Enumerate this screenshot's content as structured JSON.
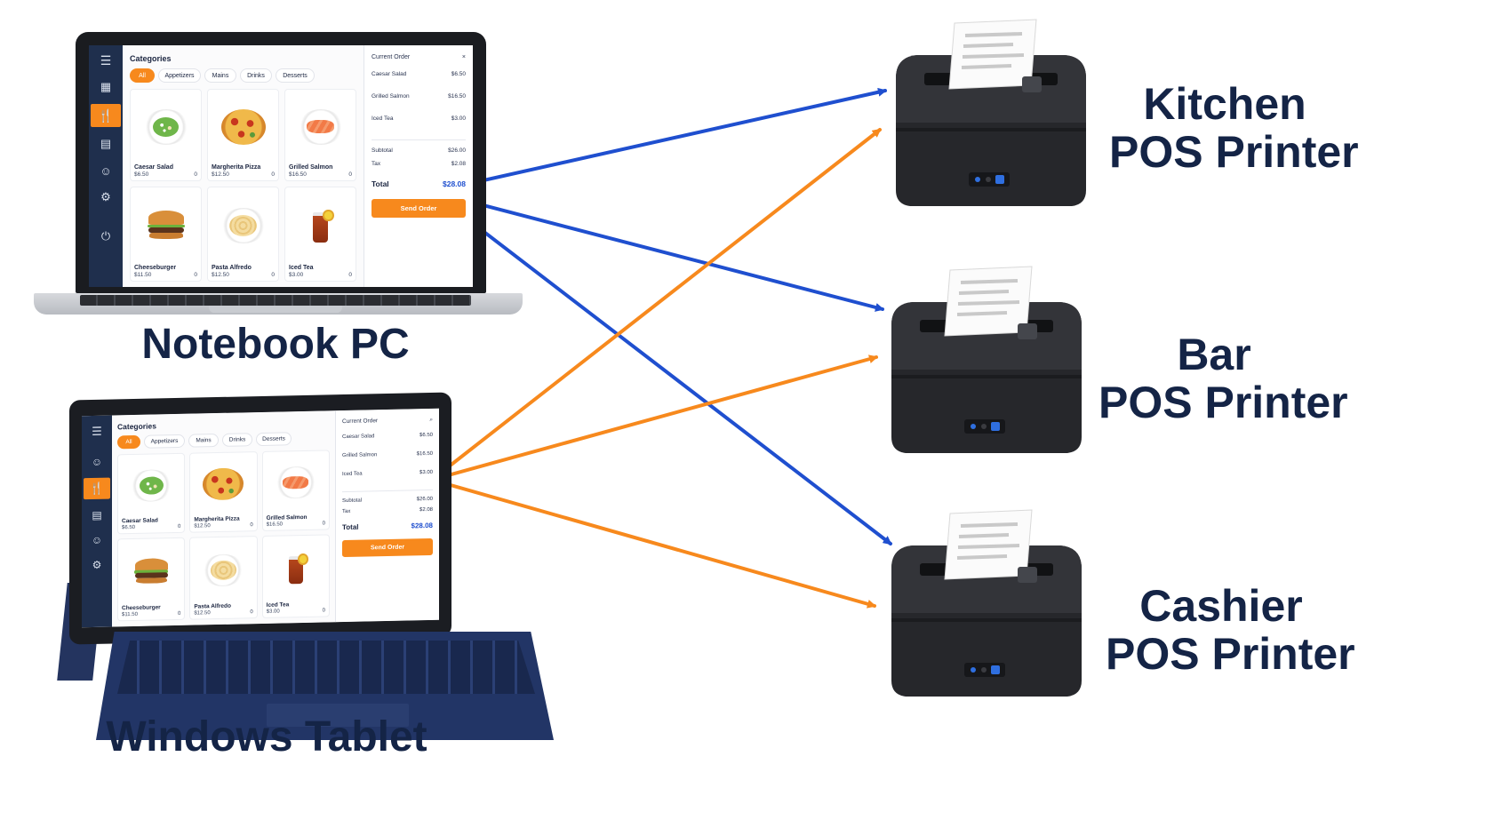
{
  "colors": {
    "pc_arrows": "#1f4fcf",
    "tablet_arrows": "#f7891d",
    "label_text": "#142446",
    "sidebar": "#1f2f4d",
    "accent": "#f7891d"
  },
  "sources": {
    "notebook": {
      "label": "Notebook PC"
    },
    "tablet": {
      "label": "Windows Tablet"
    }
  },
  "printers": [
    {
      "line1": "Kitchen",
      "line2": "POS Printer"
    },
    {
      "line1": "Bar",
      "line2": "POS Printer"
    },
    {
      "line1": "Cashier",
      "line2": "POS Printer"
    }
  ],
  "pos_app": {
    "categories_title": "Categories",
    "chips": [
      "All",
      "Appetizers",
      "Mains",
      "Drinks",
      "Desserts"
    ],
    "products": [
      {
        "name": "Caesar Salad",
        "price": "$6.50",
        "qty": "0",
        "icon": "salad"
      },
      {
        "name": "Margherita Pizza",
        "price": "$12.50",
        "qty": "0",
        "icon": "pizza"
      },
      {
        "name": "Grilled Salmon",
        "price": "$16.50",
        "qty": "0",
        "icon": "salmon"
      },
      {
        "name": "Cheeseburger",
        "price": "$11.50",
        "qty": "0",
        "icon": "burger"
      },
      {
        "name": "Pasta Alfredo",
        "price": "$12.50",
        "qty": "0",
        "icon": "pasta"
      },
      {
        "name": "Iced Tea",
        "price": "$3.00",
        "qty": "0",
        "icon": "iced-tea"
      }
    ],
    "current_order_title": "Current Order",
    "order_items": [
      {
        "name": "Caesar Salad",
        "price": "$6.50"
      },
      {
        "name": "Grilled Salmon",
        "price": "$16.50"
      },
      {
        "name": "Iced Tea",
        "price": "$3.00"
      }
    ],
    "subtotal_label": "Subtotal",
    "subtotal_value": "$26.00",
    "tax_label": "Tax",
    "tax_value": "$2.08",
    "total_label": "Total",
    "total_value": "$28.08",
    "send_button": "Send Order"
  },
  "connections": [
    {
      "from": "notebook",
      "to": "kitchen",
      "color": "blue"
    },
    {
      "from": "notebook",
      "to": "bar",
      "color": "blue"
    },
    {
      "from": "notebook",
      "to": "cashier",
      "color": "blue"
    },
    {
      "from": "tablet",
      "to": "kitchen",
      "color": "orange"
    },
    {
      "from": "tablet",
      "to": "bar",
      "color": "orange"
    },
    {
      "from": "tablet",
      "to": "cashier",
      "color": "orange"
    }
  ]
}
